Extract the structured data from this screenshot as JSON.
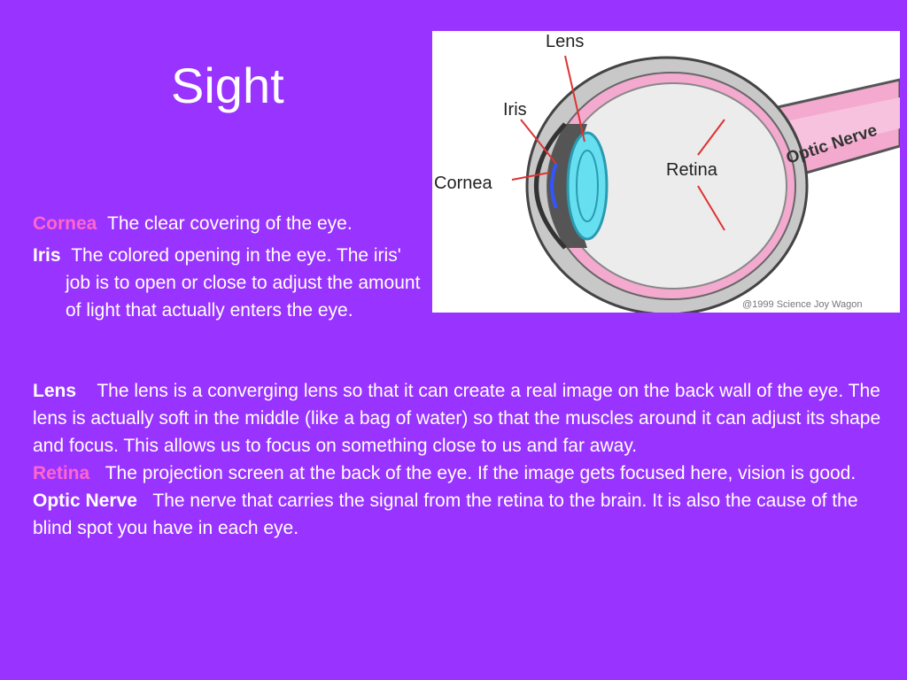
{
  "title": "Sight",
  "diagram": {
    "labels": {
      "lens": "Lens",
      "iris": "Iris",
      "cornea": "Cornea",
      "retina": "Retina",
      "optic_nerve": "Optic Nerve"
    },
    "credit": "@1999 Science Joy Wagon"
  },
  "definitions": {
    "cornea": {
      "term": "Cornea",
      "text": "The clear covering of the eye."
    },
    "iris": {
      "term": "Iris",
      "text": "The colored opening in the eye.  The iris' job is to open or close to adjust the amount of light that actually enters the eye."
    },
    "lens": {
      "term": "Lens",
      "text": "The lens is a converging lens so that it can create a real image on the back wall of the eye.  The lens is actually soft in the middle (like a bag of water) so that the muscles around it can adjust its shape and focus.  This allows us to focus on something close to us and far away."
    },
    "retina": {
      "term": "Retina",
      "text": "The projection screen at the back of the eye.  If the image gets focused here, vision is good."
    },
    "optic_nerve": {
      "term": "Optic Nerve",
      "text": "The nerve that carries the signal from the retina to the brain.  It is also the cause of the blind spot you have in each eye."
    }
  },
  "colors": {
    "background": "#9933ff",
    "term_highlight": "#ff66cc",
    "text": "#ffffff"
  }
}
